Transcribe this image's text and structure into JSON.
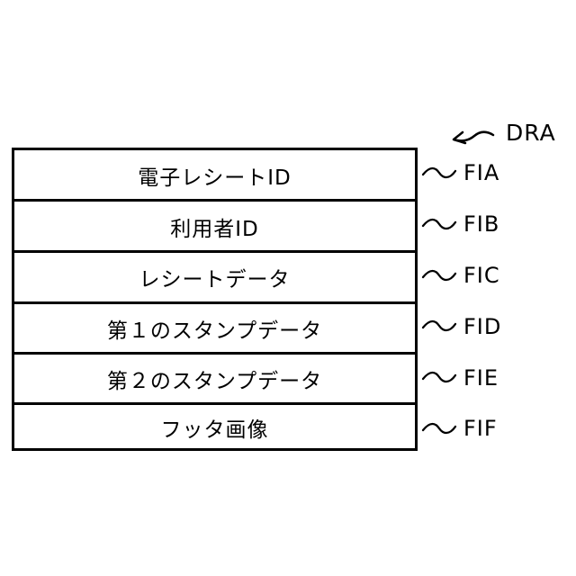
{
  "diagram": {
    "reference": "DRA",
    "fields": [
      {
        "label": "電子レシートID",
        "ref": "FIA"
      },
      {
        "label": "利用者ID",
        "ref": "FIB"
      },
      {
        "label": "レシートデータ",
        "ref": "FIC"
      },
      {
        "label": "第１のスタンプデータ",
        "ref": "FID"
      },
      {
        "label": "第２のスタンプデータ",
        "ref": "FIE"
      },
      {
        "label": "フッタ画像",
        "ref": "FIF"
      }
    ]
  }
}
